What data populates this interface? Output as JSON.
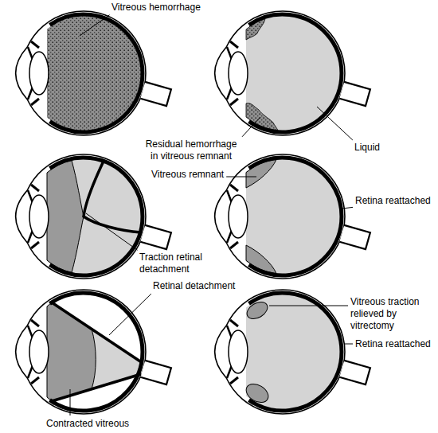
{
  "diagram": {
    "labels": [
      "Vitreous hemorrhage",
      "Residual hemorrhage in vitreous remnant",
      "Liquid",
      "Vitreous remnant",
      "Retina reattached",
      "Traction retinal detachment",
      "Retinal detachment",
      "Vitreous traction relieved by vitrectomy",
      "Retina reattached",
      "Contracted vitreous"
    ]
  }
}
